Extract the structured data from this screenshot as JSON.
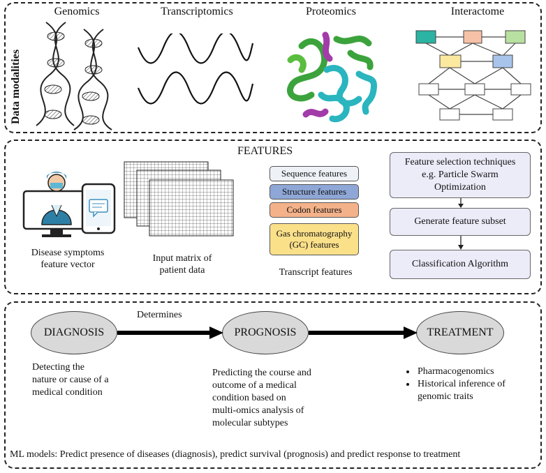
{
  "modalities": {
    "side_label": "Data modalities",
    "items": [
      {
        "label": "Genomics"
      },
      {
        "label": "Transcriptomics"
      },
      {
        "label": "Proteomics"
      },
      {
        "label": "Interactome"
      }
    ]
  },
  "features": {
    "title": "FEATURES",
    "symptoms_caption_1": "Disease symptoms",
    "symptoms_caption_2": "feature vector",
    "matrix_caption_1": "Input matrix of",
    "matrix_caption_2": "patient data",
    "transcript_boxes": [
      {
        "label": "Sequence features",
        "color": "#eef2f7"
      },
      {
        "label": "Structure features",
        "color": "#8fa7d6"
      },
      {
        "label": "Codon features",
        "color": "#f4b28a"
      },
      {
        "label_1": "Gas chromatography",
        "label_2": "(GC) features",
        "color": "#fbe08a"
      }
    ],
    "transcript_caption": "Transcript features",
    "selection_steps": [
      {
        "line_1": "Feature selection techniques",
        "line_2": "e.g. Particle Swarm",
        "line_3": "Optimization"
      },
      {
        "line_1": "Generate feature subset"
      },
      {
        "line_1": "Classification Algorithm"
      }
    ]
  },
  "pipeline": {
    "diagnosis": "DIAGNOSIS",
    "prognosis": "PROGNOSIS",
    "treatment": "TREATMENT",
    "arrow_label": "Determines",
    "diagnosis_desc": [
      "Detecting the",
      "nature or cause of a",
      "medical condition"
    ],
    "prognosis_desc": [
      "Predicting the course and",
      "outcome of a medical",
      "condition based on",
      "multi-omics analysis of",
      "molecular subtypes"
    ],
    "treatment_items": [
      {
        "line_1": "Pharmacogenomics"
      },
      {
        "line_1": "Historical inference of",
        "line_2": "genomic traits"
      }
    ],
    "footer": "ML models: Predict presence of diseases (diagnosis), predict survival (prognosis) and predict response to treatment"
  },
  "interactome_colors": {
    "node_1": "#2bb3a3",
    "node_2": "#f6c1a6",
    "node_3": "#b8e0a0",
    "node_4": "#fbe9a0",
    "node_5": "#a9c4ea"
  }
}
